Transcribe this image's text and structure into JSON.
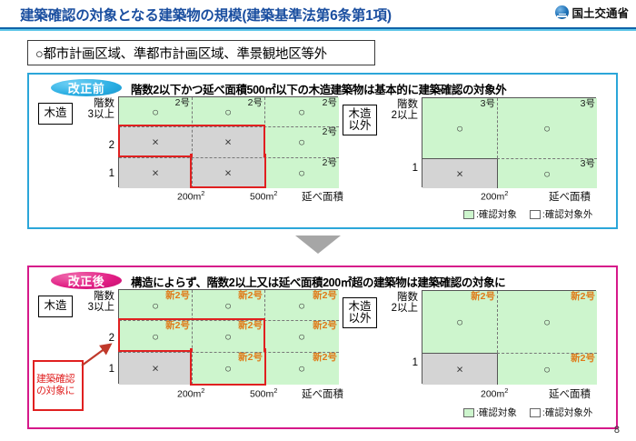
{
  "header": {
    "title": "建築確認の対象となる建築物の規模(建築基準法第6条第1項)",
    "logo_text": "国土交通省",
    "logo_icon": "ministry-emblem-icon"
  },
  "condition_box": {
    "text": "○都市計画区域、準都市計画区域、準景観地区等外"
  },
  "panels": {
    "before": {
      "badge": "改正前",
      "headline": "階数2以下かつ延べ面積500㎡以下の木造建築物は基本的に建築確認の対象外",
      "accent_color": "#2ba6d9",
      "left_table": {
        "category": [
          "木造"
        ],
        "row_labels": [
          {
            "l1": "階数",
            "l2": "3以上"
          },
          {
            "l1": "2",
            "l2": ""
          },
          {
            "l1": "1",
            "l2": ""
          }
        ],
        "axis_ticks": [
          "200m",
          "500m"
        ],
        "axis_unit": "2",
        "axis_name": "延べ面積",
        "cells": [
          [
            {
              "state": "green",
              "mark": "○",
              "tag": "2号"
            },
            {
              "state": "green",
              "mark": "○",
              "tag": "2号"
            },
            {
              "state": "green",
              "mark": "○",
              "tag": "2号"
            }
          ],
          [
            {
              "state": "gray",
              "mark": "×",
              "tag": ""
            },
            {
              "state": "gray",
              "mark": "×",
              "tag": ""
            },
            {
              "state": "green",
              "mark": "○",
              "tag": "2号"
            }
          ],
          [
            {
              "state": "gray",
              "mark": "×",
              "tag": ""
            },
            {
              "state": "gray",
              "mark": "×",
              "tag": ""
            },
            {
              "state": "green",
              "mark": "○",
              "tag": "2号"
            }
          ]
        ]
      },
      "right_table": {
        "category": [
          "木造",
          "以外"
        ],
        "row_labels": [
          {
            "l1": "階数",
            "l2": "2以上"
          },
          {
            "l1": "1",
            "l2": ""
          }
        ],
        "axis_ticks": [
          "200m"
        ],
        "axis_unit": "2",
        "axis_name": "延べ面積",
        "cells": [
          [
            {
              "state": "green",
              "mark": "○",
              "tag": "3号"
            },
            {
              "state": "green",
              "mark": "○",
              "tag": "3号"
            }
          ],
          [
            {
              "state": "gray",
              "mark": "×",
              "tag": ""
            },
            {
              "state": "green",
              "mark": "○",
              "tag": "3号"
            }
          ]
        ]
      },
      "legend": [
        {
          "swatch": "green",
          "text": ":確認対象"
        },
        {
          "swatch": "white",
          "text": ":確認対象外"
        }
      ]
    },
    "after": {
      "badge": "改正後",
      "headline": "構造によらず、階数2以上又は延べ面積200㎡超の建築物は建築確認の対象に",
      "accent_color": "#d6198a",
      "callout": "建築確認の対象に",
      "left_table": {
        "category": [
          "木造"
        ],
        "row_labels": [
          {
            "l1": "階数",
            "l2": "3以上"
          },
          {
            "l1": "2",
            "l2": ""
          },
          {
            "l1": "1",
            "l2": ""
          }
        ],
        "axis_ticks": [
          "200m",
          "500m"
        ],
        "axis_unit": "2",
        "axis_name": "延べ面積",
        "cells": [
          [
            {
              "state": "green",
              "mark": "○",
              "tag": "新2号"
            },
            {
              "state": "green",
              "mark": "○",
              "tag": "新2号"
            },
            {
              "state": "green",
              "mark": "○",
              "tag": "新2号"
            }
          ],
          [
            {
              "state": "green",
              "mark": "○",
              "tag": "新2号"
            },
            {
              "state": "green",
              "mark": "○",
              "tag": "新2号"
            },
            {
              "state": "green",
              "mark": "○",
              "tag": "新2号"
            }
          ],
          [
            {
              "state": "gray",
              "mark": "×",
              "tag": ""
            },
            {
              "state": "green",
              "mark": "○",
              "tag": "新2号"
            },
            {
              "state": "green",
              "mark": "○",
              "tag": "新2号"
            }
          ]
        ]
      },
      "right_table": {
        "category": [
          "木造",
          "以外"
        ],
        "row_labels": [
          {
            "l1": "階数",
            "l2": "2以上"
          },
          {
            "l1": "1",
            "l2": ""
          }
        ],
        "axis_ticks": [
          "200m"
        ],
        "axis_unit": "2",
        "axis_name": "延べ面積",
        "cells": [
          [
            {
              "state": "green",
              "mark": "○",
              "tag": "新2号"
            },
            {
              "state": "green",
              "mark": "○",
              "tag": "新2号"
            }
          ],
          [
            {
              "state": "gray",
              "mark": "×",
              "tag": ""
            },
            {
              "state": "green",
              "mark": "○",
              "tag": "新2号"
            }
          ]
        ]
      },
      "legend": [
        {
          "swatch": "green",
          "text": ":確認対象"
        },
        {
          "swatch": "white",
          "text": ":確認対象外"
        }
      ]
    }
  },
  "page_number": "8"
}
